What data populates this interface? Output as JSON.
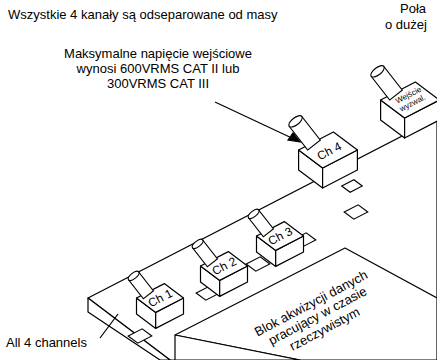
{
  "diagram": {
    "nodes": [
      {
        "text": [
          "Ch 1"
        ]
      },
      {
        "text": [
          "Ch 2"
        ]
      },
      {
        "text": [
          "Ch 3"
        ]
      },
      {
        "text": [
          "Ch 4"
        ]
      },
      {
        "text": [
          "Wejście wyzwal."
        ]
      },
      {
        "text": [
          "Blok akwizycji danych pracujący w czasie rzeczywistym"
        ]
      }
    ],
    "labels": [
      "Wszystkie 4 kanały są odseparowane od masy",
      "Poła",
      "o dużej",
      "Maksymalne napięcie wejściowe wynosi 600VRMS CAT II lub 300VRMS CAT III",
      "All 4 channels"
    ]
  }
}
